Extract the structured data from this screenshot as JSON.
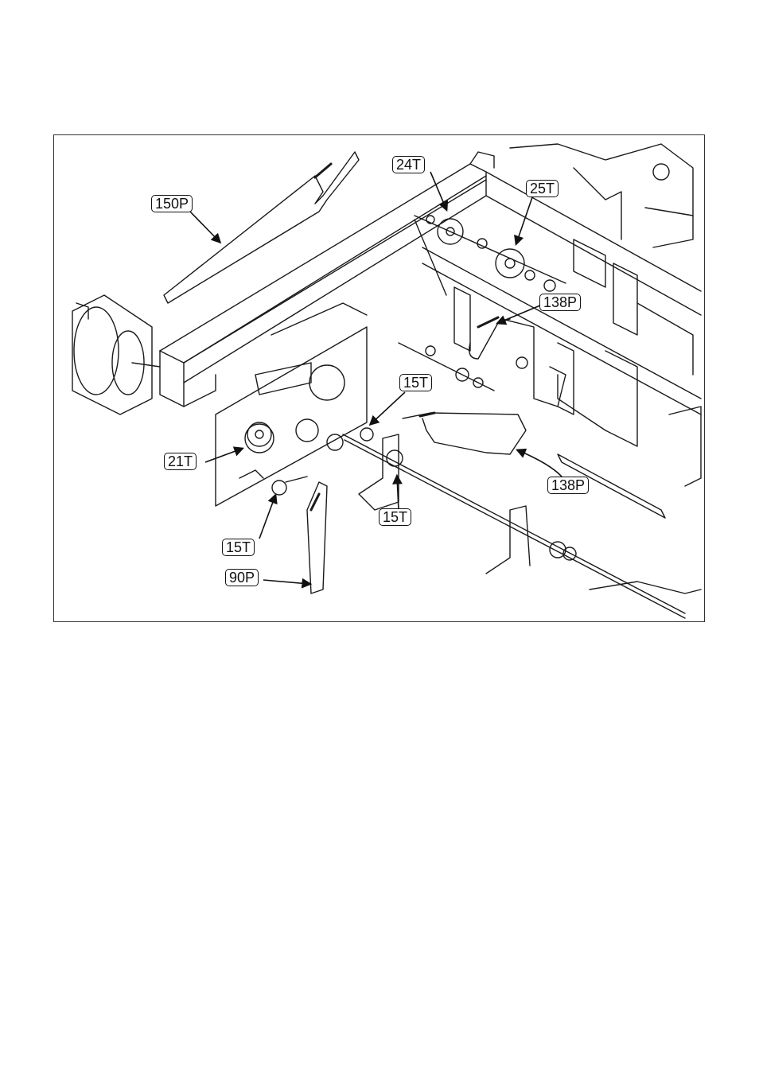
{
  "figure": {
    "callouts": [
      {
        "id": "150P",
        "text": "150P"
      },
      {
        "id": "24T",
        "text": "24T"
      },
      {
        "id": "25T",
        "text": "25T"
      },
      {
        "id": "138P-top",
        "text": "138P"
      },
      {
        "id": "15T-mid",
        "text": "15T"
      },
      {
        "id": "21T",
        "text": "21T"
      },
      {
        "id": "138P-right",
        "text": "138P"
      },
      {
        "id": "15T-lower",
        "text": "15T"
      },
      {
        "id": "15T-left",
        "text": "15T"
      },
      {
        "id": "90P",
        "text": "90P"
      }
    ]
  }
}
